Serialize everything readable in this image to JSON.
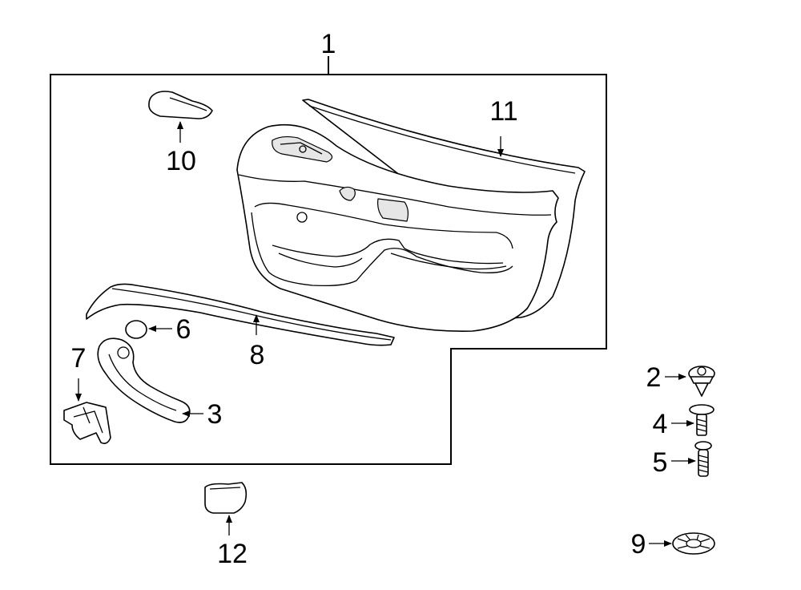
{
  "diagram": {
    "callouts": [
      {
        "id": "c1",
        "label": "1"
      },
      {
        "id": "c2",
        "label": "2"
      },
      {
        "id": "c3",
        "label": "3"
      },
      {
        "id": "c4",
        "label": "4"
      },
      {
        "id": "c5",
        "label": "5"
      },
      {
        "id": "c6",
        "label": "6"
      },
      {
        "id": "c7",
        "label": "7"
      },
      {
        "id": "c8",
        "label": "8"
      },
      {
        "id": "c9",
        "label": "9"
      },
      {
        "id": "c10",
        "label": "10"
      },
      {
        "id": "c11",
        "label": "11"
      },
      {
        "id": "c12",
        "label": "12"
      }
    ]
  }
}
